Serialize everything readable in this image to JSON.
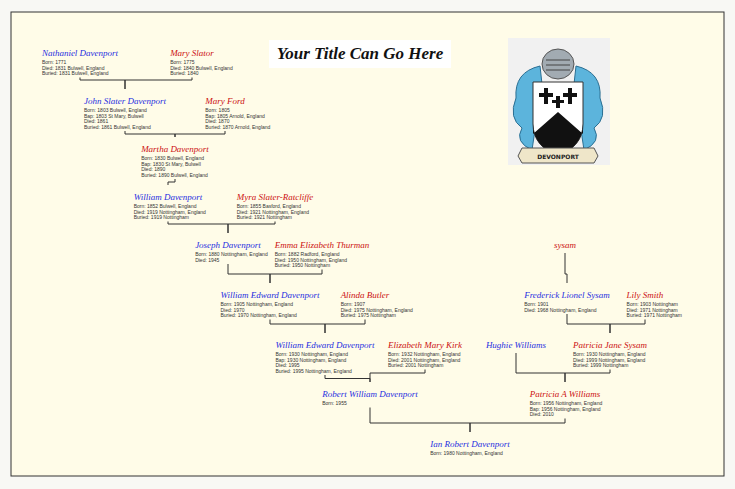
{
  "diagram": {
    "title": "Your Title Can Go Here",
    "nodes": [
      {
        "text": [
          "Nathaniel Davenport",
          "Born: 1771",
          "Died: 1831 Bulwell, England",
          "Buried: 1831 Bulwell, England"
        ]
      },
      {
        "text": [
          "Mary Slator",
          "Born: 1775",
          "Died: 1840 Bulwell, England",
          "Buried: 1840"
        ]
      },
      {
        "text": [
          "John Slater Davenport",
          "Born: 1803 Bulwell, England",
          "Bap: 1803 St Mary, Bulwell",
          "Died: 1861",
          "Buried: 1861 Bulwell, England"
        ]
      },
      {
        "text": [
          "Mary Ford",
          "Born: 1805",
          "Bap: 1805 Arnold, England",
          "Died: 1870",
          "Buried: 1870 Arnold, England"
        ]
      },
      {
        "text": [
          "Martha Davenport",
          "Born: 1830 Bulwell, England",
          "Bap: 1830 St Mary, Bulwell",
          "Died: 1890",
          "Buried: 1890 Bulwell, England"
        ]
      },
      {
        "text": [
          "William Davenport",
          "Born: 1852 Bulwell, England",
          "Died: 1919 Nottingham, England",
          "Buried: 1919 Nottingham"
        ]
      },
      {
        "text": [
          "Myra Slater-Ratcliffe",
          "Born: 1855 Basford, England",
          "Died: 1921 Nottingham, England",
          "Buried: 1921 Nottingham"
        ]
      },
      {
        "text": [
          "Joseph Davenport",
          "Born: 1880 Nottingham, England",
          "Died: 1945"
        ]
      },
      {
        "text": [
          "Emma Elizabeth Thurman",
          "Born: 1882 Radford, England",
          "Died: 1950 Nottingham, England",
          "Buried: 1950 Nottingham"
        ]
      },
      {
        "text": [
          "William Edward Davenport",
          "Born: 1905 Nottingham, England",
          "Died: 1970",
          "Buried: 1970 Nottingham, England"
        ]
      },
      {
        "text": [
          "Alinda Butler",
          "Born: 1907",
          "Died: 1975 Nottingham, England",
          "Buried: 1975 Nottingham"
        ]
      },
      {
        "text": [
          "William Edward Davenport",
          "Born: 1930 Nottingham, England",
          "Bap: 1930 Nottingham, England",
          "Died: 1995",
          "Buried: 1995 Nottingham, England"
        ]
      },
      {
        "text": [
          "Elizabeth Mary Kirk",
          "Born: 1932 Nottingham, England",
          "Died: 2001 Nottingham, England",
          "Buried: 2001 Nottingham"
        ]
      },
      {
        "text": [
          "Robert William Davenport",
          "Born: 1955"
        ]
      },
      {
        "text": [
          "sysam"
        ]
      },
      {
        "text": [
          "Frederick Lionel Sysam",
          "Born: 1901",
          "Died: 1968 Nottingham, England"
        ]
      },
      {
        "text": [
          "Lily Smith",
          "Born: 1903 Nottingham",
          "Died: 1971 Nottingham",
          "Buried: 1971 Nottingham"
        ]
      },
      {
        "text": [
          "Hughie Williams"
        ]
      },
      {
        "text": [
          "Patricia Jane Sysam",
          "Born: 1930 Nottingham, England",
          "Died: 1999 Nottingham, England",
          "Buried: 1999 Nottingham"
        ]
      },
      {
        "text": [
          "Patricia A Williams",
          "Born: 1956 Nottingham, England",
          "Bap: 1956 Nottingham, England",
          "Died: 2010"
        ]
      },
      {
        "text": [
          "Ian Robert Davenport",
          "Born: 1980 Nottingham, England"
        ]
      }
    ],
    "edges": [
      {
        "from": 0,
        "to": 2,
        "arrow": "none"
      },
      {
        "from": 1,
        "to": 2,
        "arrow": "none"
      },
      {
        "from": 2,
        "to": 4,
        "arrow": "none"
      },
      {
        "from": 3,
        "to": 4,
        "arrow": "none"
      },
      {
        "from": 4,
        "to": 5,
        "arrow": "none"
      },
      {
        "from": 5,
        "to": 7,
        "arrow": "none"
      },
      {
        "from": 6,
        "to": 7,
        "arrow": "none"
      },
      {
        "from": 7,
        "to": 9,
        "arrow": "none"
      },
      {
        "from": 8,
        "to": 9,
        "arrow": "none"
      },
      {
        "from": 9,
        "to": 11,
        "arrow": "none"
      },
      {
        "from": 10,
        "to": 11,
        "arrow": "none"
      },
      {
        "from": 11,
        "to": 13,
        "arrow": "none"
      },
      {
        "from": 12,
        "to": 13,
        "arrow": "none"
      },
      {
        "from": 14,
        "to": 15,
        "arrow": "none"
      },
      {
        "from": 15,
        "to": 18,
        "arrow": "none"
      },
      {
        "from": 16,
        "to": 18,
        "arrow": "none"
      },
      {
        "from": 17,
        "to": 19,
        "arrow": "none"
      },
      {
        "from": 18,
        "to": 19,
        "arrow": "none"
      },
      {
        "from": 13,
        "to": 20,
        "arrow": "none"
      },
      {
        "from": 19,
        "to": 20,
        "arrow": "none"
      }
    ],
    "labels": [
      "DEVONPORT"
    ]
  }
}
